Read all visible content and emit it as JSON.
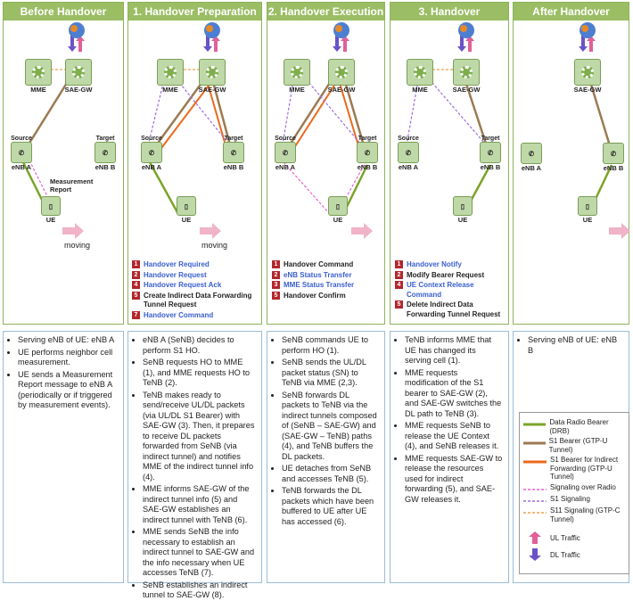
{
  "columns": [
    {
      "title": "Before Handover"
    },
    {
      "title": "1. Handover Preparation"
    },
    {
      "title": "2. Handover Execution"
    },
    {
      "title": "3. Handover Completion"
    },
    {
      "title": "After Handover"
    }
  ],
  "nodes": {
    "mme": "MME",
    "sgw": "SAE-GW",
    "source": "Source",
    "target": "Target",
    "enb_a": "eNB A",
    "enb_b": "eNB B",
    "ue": "UE",
    "moving": "moving",
    "measurement_report": "Measurement Report"
  },
  "steps": {
    "prep": [
      {
        "num": "1",
        "text": "Handover Required"
      },
      {
        "num": "2",
        "text": "Handover Request"
      },
      {
        "num": "4",
        "text": "Handover Request Ack"
      },
      {
        "num": "5",
        "text": "Create Indirect Data Forwarding Tunnel Request"
      },
      {
        "num": "7",
        "text": "Handover Command"
      }
    ],
    "exec": [
      {
        "num": "1",
        "text": "Handover Command"
      },
      {
        "num": "2",
        "text": "eNB Status Transfer"
      },
      {
        "num": "3",
        "text": "MME Status Transfer"
      },
      {
        "num": "5",
        "text": "Handover Confirm"
      }
    ],
    "comp": [
      {
        "num": "1",
        "text": "Handover Notify"
      },
      {
        "num": "2",
        "text": "Modify Bearer Request"
      },
      {
        "num": "4",
        "text": "UE Context Release Command"
      },
      {
        "num": "5",
        "text": "Delete Indirect Data Forwarding Tunnel Request"
      }
    ]
  },
  "notes": {
    "before": [
      "Serving eNB of UE: eNB A",
      "UE performs neighbor cell measurement.",
      "UE sends a Measurement Report message to eNB A (periodically or if triggered by measurement events)."
    ],
    "prep": [
      "eNB A (SeNB) decides to perform S1 HO.",
      "SeNB requests HO to MME (1), and MME requests HO to TeNB (2).",
      "TeNB makes ready to send/receive UL/DL packets (via UL/DL S1 Bearer) with SAE-GW (3). Then, it prepares to receive DL packets forwarded from SeNB (via indirect tunnel) and notifies MME of the indirect tunnel info (4).",
      "MME informs SAE-GW of the indirect tunnel info (5) and SAE-GW establishes an indirect tunnel with TeNB (6).",
      "MME sends SeNB the info necessary to establish an indirect tunnel to SAE-GW and the info necessary when UE accesses TeNB (7).",
      "SeNB establishes an indirect tunnel to SAE-GW (8)."
    ],
    "exec": [
      "SeNB commands UE to perform HO (1).",
      "SeNB sends the UL/DL packet status (SN) to TeNB via MME (2,3).",
      "SeNB forwards DL packets to TeNB via the indirect tunnels composed of (SeNB – SAE-GW) and (SAE-GW – TeNB) paths (4), and TeNB buffers the DL packets.",
      "UE detaches from SeNB and accesses TeNB (5).",
      "TeNB forwards the DL packets which have been buffered to UE after UE has accessed (6)."
    ],
    "comp": [
      "TeNB informs MME that UE has changed its serving cell (1).",
      "MME requests modification of the S1 bearer to SAE-GW (2), and SAE-GW switches the DL path to TeNB (3).",
      "MME requests SeNB to release the UE Context (4), and SeNB releases it.",
      "MME requests SAE-GW to release the resources used for indirect forwarding (5), and SAE-GW releases it."
    ],
    "after": [
      "Serving eNB of UE: eNB B"
    ]
  },
  "legend": [
    {
      "label": "Data Radio Bearer (DRB)",
      "color": "#7ba428",
      "style": "solid"
    },
    {
      "label": "S1 Bearer (GTP-U Tunnel)",
      "color": "#9c7a52",
      "style": "solid"
    },
    {
      "label": "S1 Bearer for Indirect Forwarding (GTP-U Tunnel)",
      "color": "#ea6a1a",
      "style": "solid"
    },
    {
      "label": "Signaling over Radio",
      "color": "#e85fd0",
      "style": "dashed"
    },
    {
      "label": "S1 Signaling",
      "color": "#9b6ee0",
      "style": "dashed"
    },
    {
      "label": "S11 Signaling (GTP-C Tunnel)",
      "color": "#f0a050",
      "style": "dashed"
    },
    {
      "label": "UL Traffic",
      "color": "#e0609a",
      "style": "arrow-up"
    },
    {
      "label": "DL Traffic",
      "color": "#6a52c8",
      "style": "arrow-down"
    }
  ]
}
